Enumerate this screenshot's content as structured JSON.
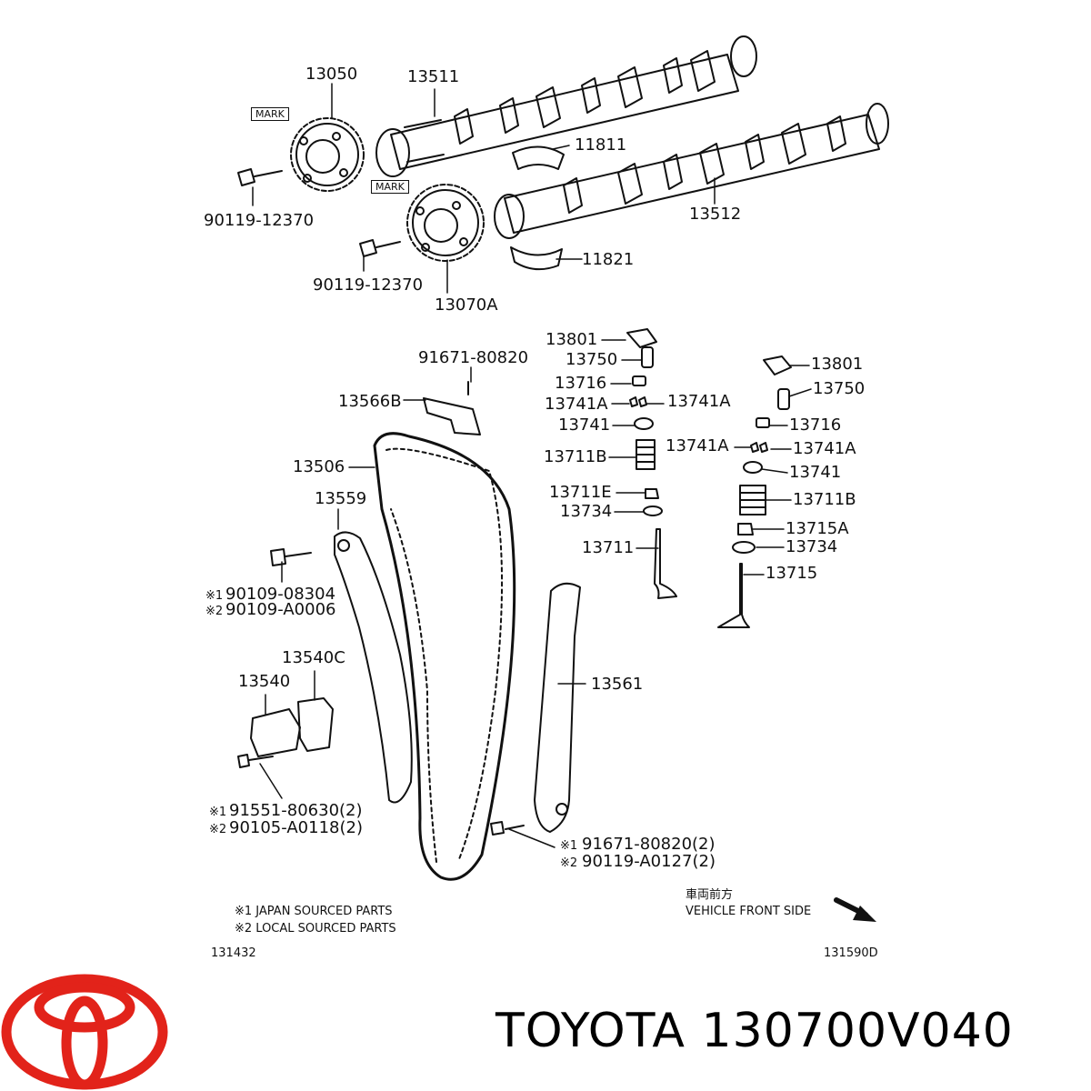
{
  "brand": {
    "name": "TOYOTA 130700V040",
    "logo_color": "#e2231a"
  },
  "diagram": {
    "codes": {
      "c13050": "13050",
      "c13511": "13511",
      "c11811": "11811",
      "c90119_a": "90119-12370",
      "c13512": "13512",
      "c90119_b": "90119-12370",
      "c11821": "11821",
      "c13070A": "13070A",
      "c91671_top": "91671-80820",
      "c13566B": "13566B",
      "c13506": "13506",
      "c13559": "13559",
      "c90109_1": "90109-08304",
      "c90109_2": "90109-A0006",
      "c13540C": "13540C",
      "c13540": "13540",
      "c91551": "91551-80630(2)",
      "c90105": "90105-A0118(2)",
      "c13561": "13561",
      "c91671_bot": "91671-80820(2)",
      "c90119_bot": "90119-A0127(2)",
      "l13801": "13801",
      "l13750": "13750",
      "l13716": "13716",
      "l13741A_a": "13741A",
      "l13741A_b": "13741A",
      "l13741": "13741",
      "l13711B": "13711B",
      "l13711E": "13711E",
      "l13734": "13734",
      "l13711": "13711",
      "r13801": "13801",
      "r13750": "13750",
      "r13716": "13716",
      "r13741A_a": "13741A",
      "r13741A_b": "13741A",
      "r13741": "13741",
      "r13711B": "13711B",
      "r13715A": "13715A",
      "r13734": "13734",
      "r13715": "13715"
    },
    "mark_label": "MARK",
    "mark1": "※1",
    "mark2": "※2",
    "legend_japan": "※1 JAPAN SOURCED PARTS",
    "legend_local": "※2 LOCAL SOURCED PARTS",
    "front_jp": "車両前方",
    "front_en": "VEHICLE FRONT SIDE",
    "ref_left": "131432",
    "ref_right": "131590D"
  }
}
